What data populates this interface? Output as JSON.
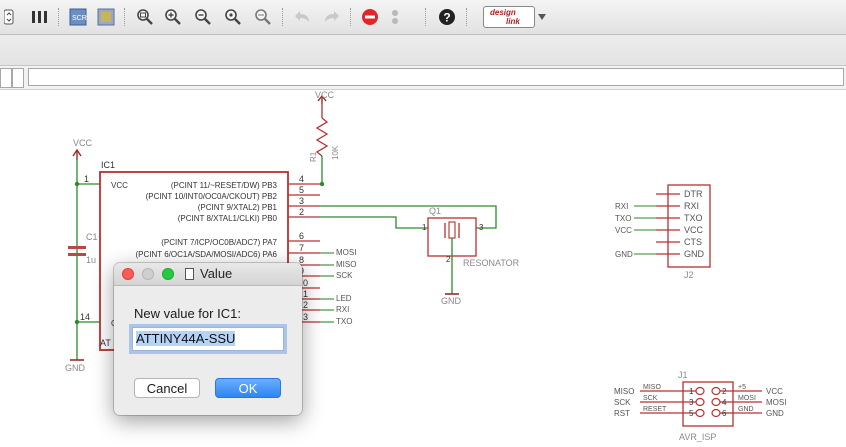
{
  "toolbar": {
    "icons": [
      "layers-icon",
      "schematic-icon",
      "board-icon",
      "zoom-fit-icon",
      "zoom-in-icon",
      "zoom-out-icon",
      "zoom-select-icon",
      "redraw-icon",
      "undo-icon",
      "redo-icon",
      "stop-icon",
      "go-icon",
      "help-icon"
    ],
    "designlink": {
      "line1": "design",
      "line2": "link"
    }
  },
  "dialog": {
    "title": "Value",
    "prompt": "New value for IC1:",
    "value": "ATTINY44A-SSU",
    "cancel_label": "Cancel",
    "ok_label": "OK"
  },
  "schematic": {
    "vcc_left": "VCC",
    "vcc_top": "VCC",
    "gnd_left": "GND",
    "gnd_q1": "GND",
    "ic1_name": "IC1",
    "ic1_partial": "AT",
    "ic1_vcc_pin": "VCC",
    "ic1_gnd_partial": "G",
    "ic1_pins": [
      "(PCINT 11/~RESET/DW) PB3",
      "(PCINT 10/INT0/OC0A/CKOUT) PB2",
      "(PCINT 9/XTAL2) PB1",
      "(PCINT 8/XTAL1/CLKI) PB0",
      "(PCINT 7/ICP/OC0B/ADC7) PA7",
      "(PCINT 6/OC1A/SDA/MOSI/ADC6) PA6"
    ],
    "ic1_pin_numbers": [
      "1",
      "14",
      "4",
      "5",
      "3",
      "2",
      "6",
      "7",
      "8",
      "9",
      "0",
      "1",
      "2",
      "3"
    ],
    "c1_name": "C1",
    "c1_value": "1u",
    "r1_name": "R1",
    "r1_value": "10K",
    "q1_name": "Q1",
    "q1_value": "RESONATOR",
    "q1_pins": [
      "1",
      "2",
      "3"
    ],
    "net_labels_ic": [
      "MOSI",
      "MISO",
      "SCK",
      "LED",
      "RXI",
      "TXO"
    ],
    "j2_name": "J2",
    "j2_pins": [
      "DTR",
      "RXI",
      "TXO",
      "VCC",
      "CTS",
      "GND"
    ],
    "j2_nets": [
      "RXI",
      "TXO",
      "VCC",
      "GND"
    ],
    "j1_name": "J1",
    "j1_label": "AVR_ISP",
    "j1_left_labels": [
      "MISO",
      "SCK",
      "RESET"
    ],
    "j1_right_labels": [
      "+5",
      "MOSI",
      "GND"
    ],
    "j1_left_nets": [
      "MISO",
      "SCK",
      "RST"
    ],
    "j1_right_nets": [
      "VCC",
      "MOSI",
      "GND"
    ],
    "j1_pin_numbers": [
      "1",
      "2",
      "3",
      "4",
      "5",
      "6"
    ]
  }
}
